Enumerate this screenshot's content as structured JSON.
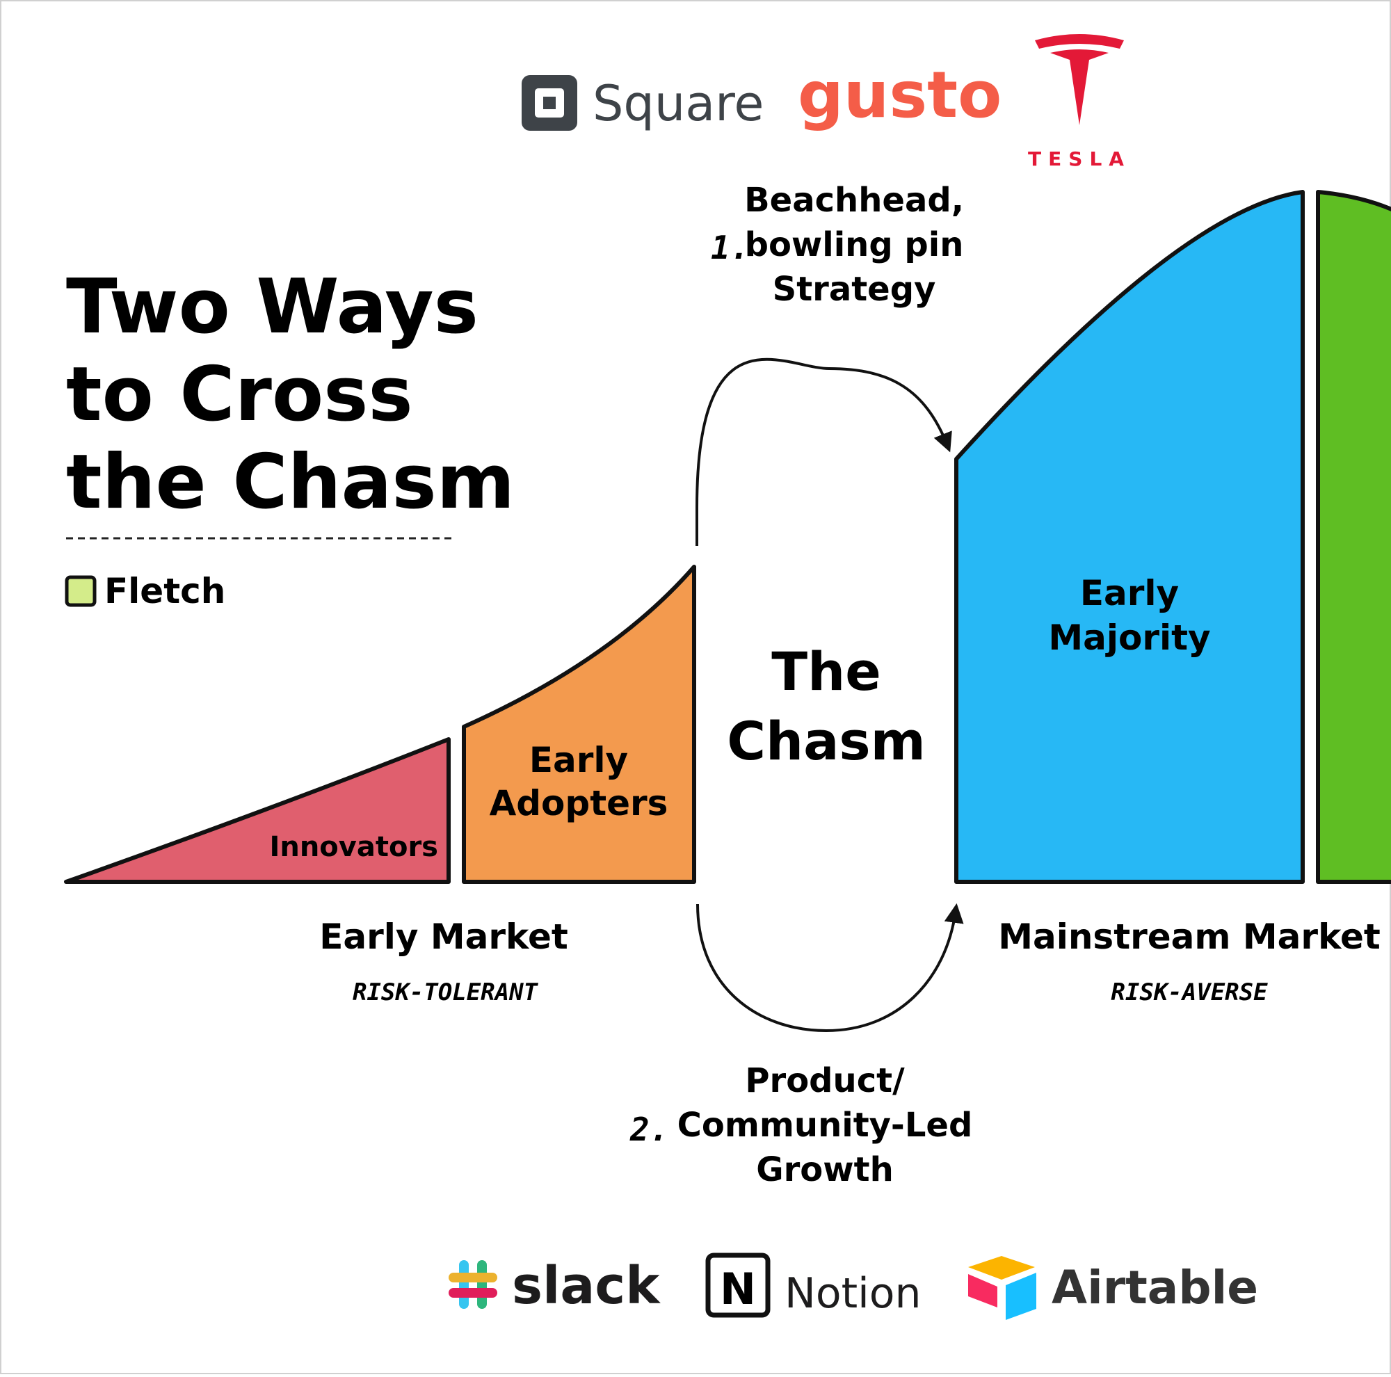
{
  "title": [
    "Two Ways",
    "to Cross",
    "the Chasm"
  ],
  "brand": {
    "name": "Fletch",
    "color": "#d4ec8a"
  },
  "segments": [
    {
      "label": "Innovators",
      "color": "#e05f6e"
    },
    {
      "label_lines": [
        "Early",
        "Adopters"
      ],
      "color": "#f39a4e"
    },
    {
      "label_lines": [
        "Early",
        "Majority"
      ],
      "color": "#27b8f5"
    },
    {
      "color": "#5fbe23"
    }
  ],
  "chasm": {
    "lines": [
      "The",
      "Chasm"
    ]
  },
  "early_market": {
    "label": "Early Market",
    "note": "RISK-TOLERANT"
  },
  "mainstream_market": {
    "label": "Mainstream Market",
    "note": "RISK-AVERSE"
  },
  "strategy_1": {
    "number": "1.",
    "lines": [
      "Beachhead,",
      "bowling pin",
      "Strategy"
    ]
  },
  "strategy_2": {
    "number": "2.",
    "lines": [
      "Product/",
      "Community-Led",
      "Growth"
    ]
  },
  "top_logos": [
    {
      "name": "Square",
      "icon": "square-logo-icon",
      "color": "#3e4348"
    },
    {
      "name": "gusto",
      "icon": "gusto-wordmark",
      "color": "#f45d48"
    },
    {
      "name": "TESLA",
      "icon": "tesla-t-icon",
      "color": "#e31937"
    }
  ],
  "bottom_logos": [
    {
      "name": "slack",
      "icon": "slack-hash-icon",
      "color": "#1d1c1d"
    },
    {
      "name": "Notion",
      "icon": "notion-n-icon",
      "color": "#1d1c1d"
    },
    {
      "name": "Airtable",
      "icon": "airtable-box-icon",
      "color": "#333333"
    }
  ]
}
